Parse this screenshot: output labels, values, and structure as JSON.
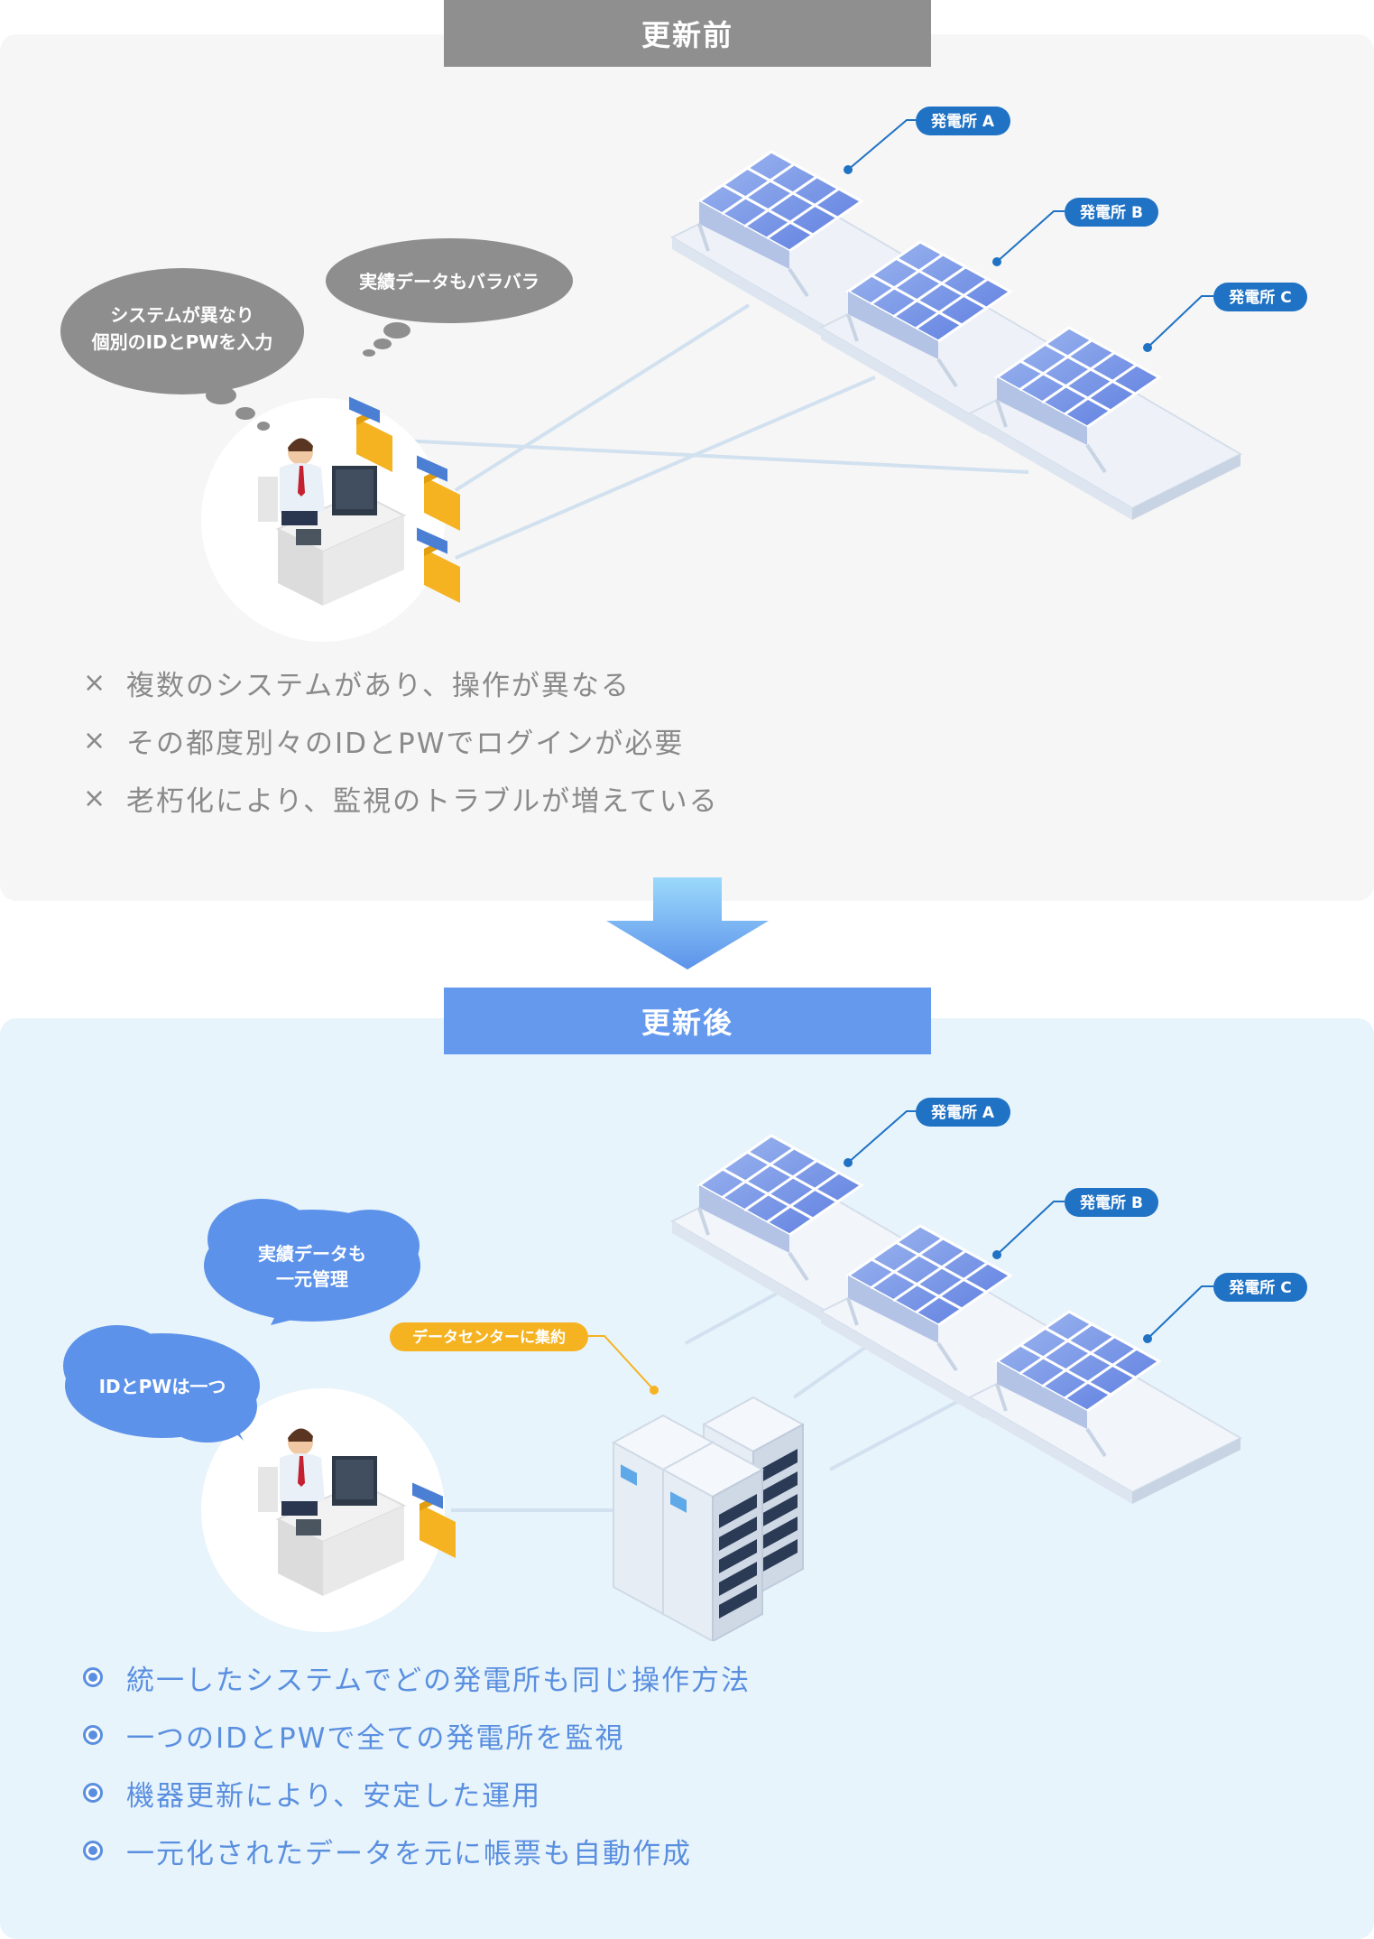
{
  "before": {
    "header": "更新前",
    "bubbles": {
      "left": [
        "システムが異なり",
        "個別のIDとPWを入力"
      ],
      "right": "実績データもバラバラ"
    },
    "plants": [
      "発電所 A",
      "発電所 B",
      "発電所 C"
    ],
    "bullets": [
      "複数のシステムがあり、操作が異なる",
      "その都度別々のIDとPWでログインが必要",
      "老朽化により、監視のトラブルが増えている"
    ],
    "bullet_mark": "×"
  },
  "after": {
    "header": "更新後",
    "bubbles": {
      "top": [
        "実績データも",
        "一元管理"
      ],
      "bottom": "IDとPWは一つ"
    },
    "datacenter_label": "データセンターに集約",
    "plants": [
      "発電所 A",
      "発電所 B",
      "発電所 C"
    ],
    "bullets": [
      "統一したシステムでどの発電所も同じ操作方法",
      "一つのIDとPWで全ての発電所を監視",
      "機器更新により、安定した運用",
      "一元化されたデータを元に帳票も自動作成"
    ]
  },
  "colors": {
    "before_header": "#8f8f8f",
    "after_header": "#6499ee",
    "plant_label": "#1f72c4",
    "folder": "#f5b321",
    "datacenter_label": "#f5b321",
    "arrow_top": "#9cd9fb",
    "arrow_bottom": "#5c93ea"
  },
  "icons": {
    "person": "office-worker-at-desk-icon",
    "folder": "folder-icon",
    "solar": "solar-panel-array-icon",
    "server": "server-rack-icon",
    "arrow": "down-arrow-icon"
  }
}
